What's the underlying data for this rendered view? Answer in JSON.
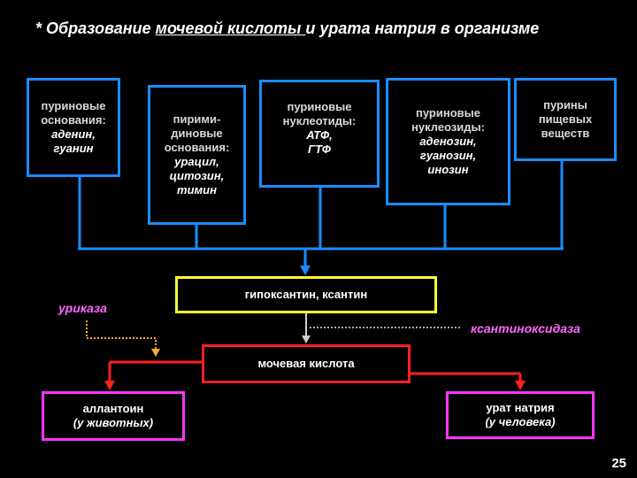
{
  "title": {
    "prefix": "* Образование ",
    "underlined": "мочевой кислоты ",
    "suffix": "и урата натрия в организме"
  },
  "sources": [
    {
      "head": "пуриновые\nоснования:",
      "items": "аденин,\nгуанин"
    },
    {
      "head": "пирими-\nдиновые\nоснования:",
      "items": "урацил,\nцитозин,\nтимин"
    },
    {
      "head": "пуриновые\nнуклеотиды:",
      "items": "АТФ,\nГТФ"
    },
    {
      "head": "пуриновые\nнуклеозиды:",
      "items": "аденозин,\nгуанозин,\nинозин"
    },
    {
      "head": "пурины\nпищевых\nвеществ",
      "items": ""
    }
  ],
  "intermediate": "гипоксантин, ксантин",
  "uric_acid": "мочевая кислота",
  "enzymes": {
    "uricase": "уриказа",
    "xanthine_oxidase": "ксантиноксидаза"
  },
  "products": [
    {
      "name": "аллантоин",
      "note": "(у животных)"
    },
    {
      "name": "урат натрия",
      "note": "(у человека)"
    }
  ],
  "page_number": "25",
  "colors": {
    "source_border": "#1a8cff",
    "intermediate_border": "#ffff33",
    "uric_border": "#ff2020",
    "product_border": "#ff33ff",
    "enzyme_text": "#ff66ff",
    "dotted_line": "#ffaa33"
  }
}
